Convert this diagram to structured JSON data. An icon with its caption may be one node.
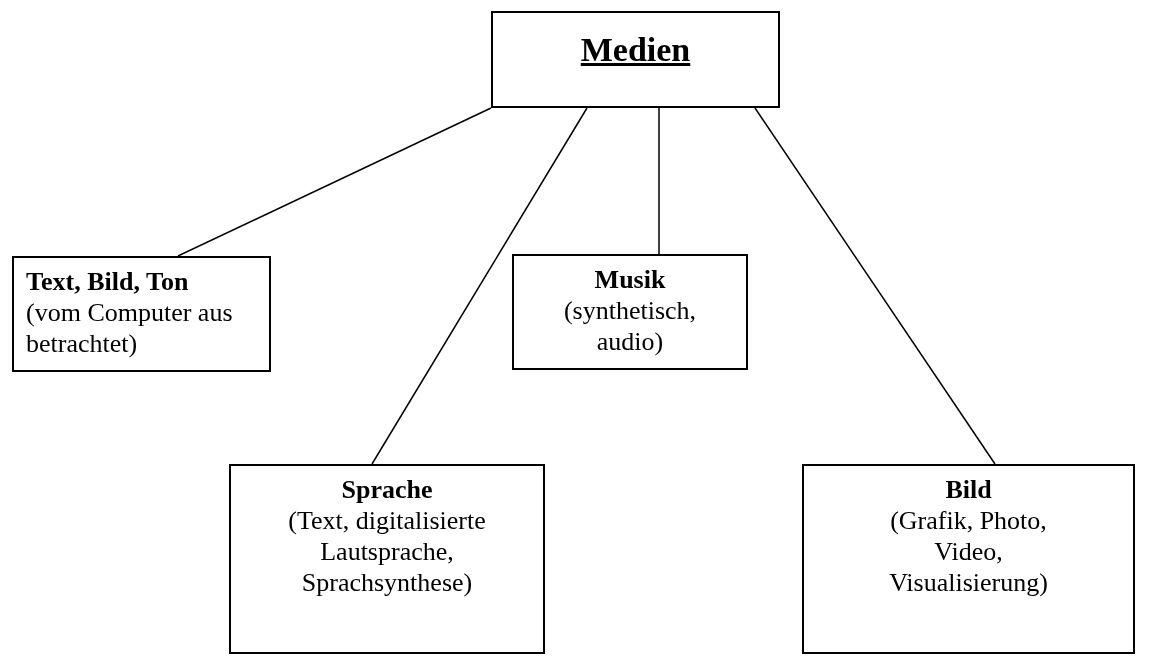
{
  "diagram": {
    "nodes": [
      {
        "text": [
          "Medien"
        ]
      },
      {
        "text": [
          "Text, Bild, Ton",
          "(vom Computer aus betrachtet)"
        ]
      },
      {
        "text": [
          "Musik",
          "(synthetisch, audio)"
        ]
      },
      {
        "text": [
          "Sprache",
          "(Text, digitalisierte Lautsprache, Sprachsynthese)"
        ]
      },
      {
        "text": [
          "Bild",
          "(Grafik, Photo, Video, Visualisierung)"
        ]
      }
    ],
    "edges": [
      {
        "from": 0,
        "to": 1,
        "arrow": "none"
      },
      {
        "from": 0,
        "to": 3,
        "arrow": "none"
      },
      {
        "from": 0,
        "to": 2,
        "arrow": "none"
      },
      {
        "from": 0,
        "to": 4,
        "arrow": "none"
      }
    ]
  }
}
